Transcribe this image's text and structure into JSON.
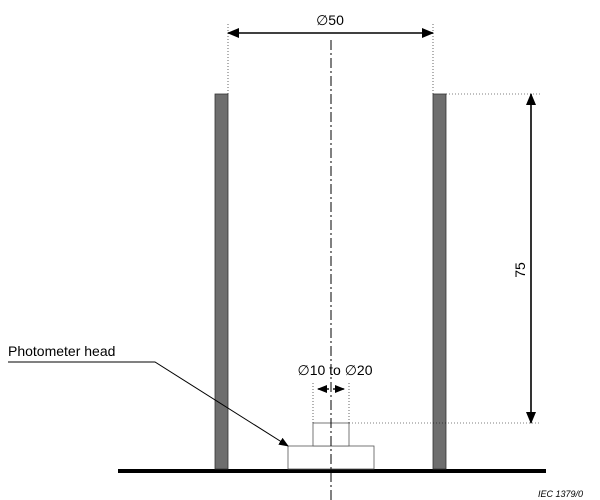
{
  "labels": {
    "outer_diameter": "∅50",
    "height": "75",
    "inner_diameter": "∅10 to ∅20",
    "photometer": "Photometer head",
    "figure_ref": "IEC   1379/0"
  }
}
